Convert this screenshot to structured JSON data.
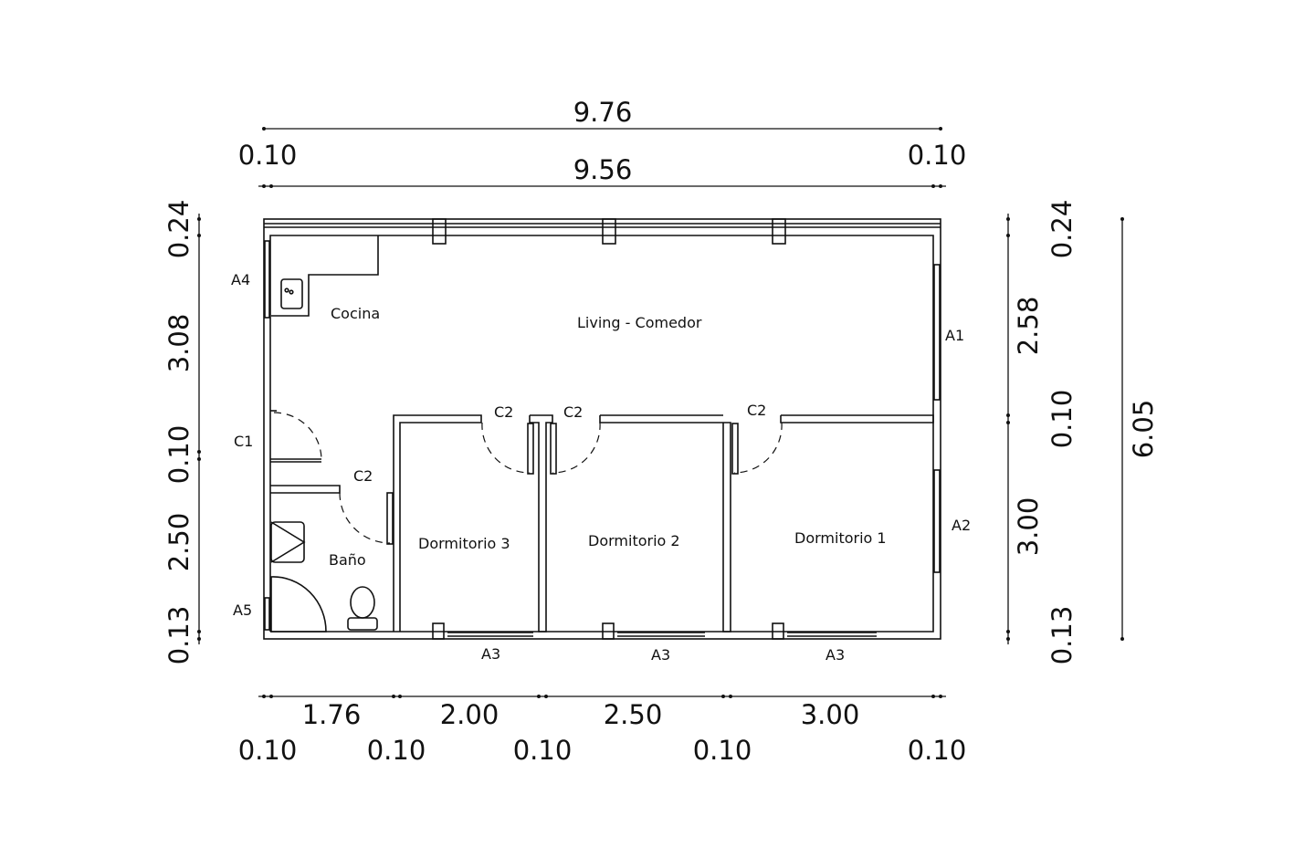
{
  "plan": {
    "rooms": {
      "cocina": "Cocina",
      "living": "Living - Comedor",
      "dorm3": "Dormitorio 3",
      "dorm2": "Dormitorio 2",
      "dorm1": "Dormitorio 1",
      "bano": "Baño"
    },
    "openings": {
      "a1": "A1",
      "a2": "A2",
      "a3": "A3",
      "a4": "A4",
      "a5": "A5",
      "c1": "C1",
      "c2": "C2"
    }
  },
  "dimensions": {
    "top_total": "9.76",
    "top_inner": "9.56",
    "top_left_wall": "0.10",
    "top_right_wall": "0.10",
    "left": [
      "0.24",
      "3.08",
      "0.10",
      "2.50",
      "0.13"
    ],
    "right": [
      "0.24",
      "2.58",
      "0.10",
      "3.00",
      "0.13"
    ],
    "right_total": "6.05",
    "bottom_rooms": [
      "1.76",
      "2.00",
      "2.50",
      "3.00"
    ],
    "bottom_walls": [
      "0.10",
      "0.10",
      "0.10",
      "0.10",
      "0.10"
    ]
  }
}
